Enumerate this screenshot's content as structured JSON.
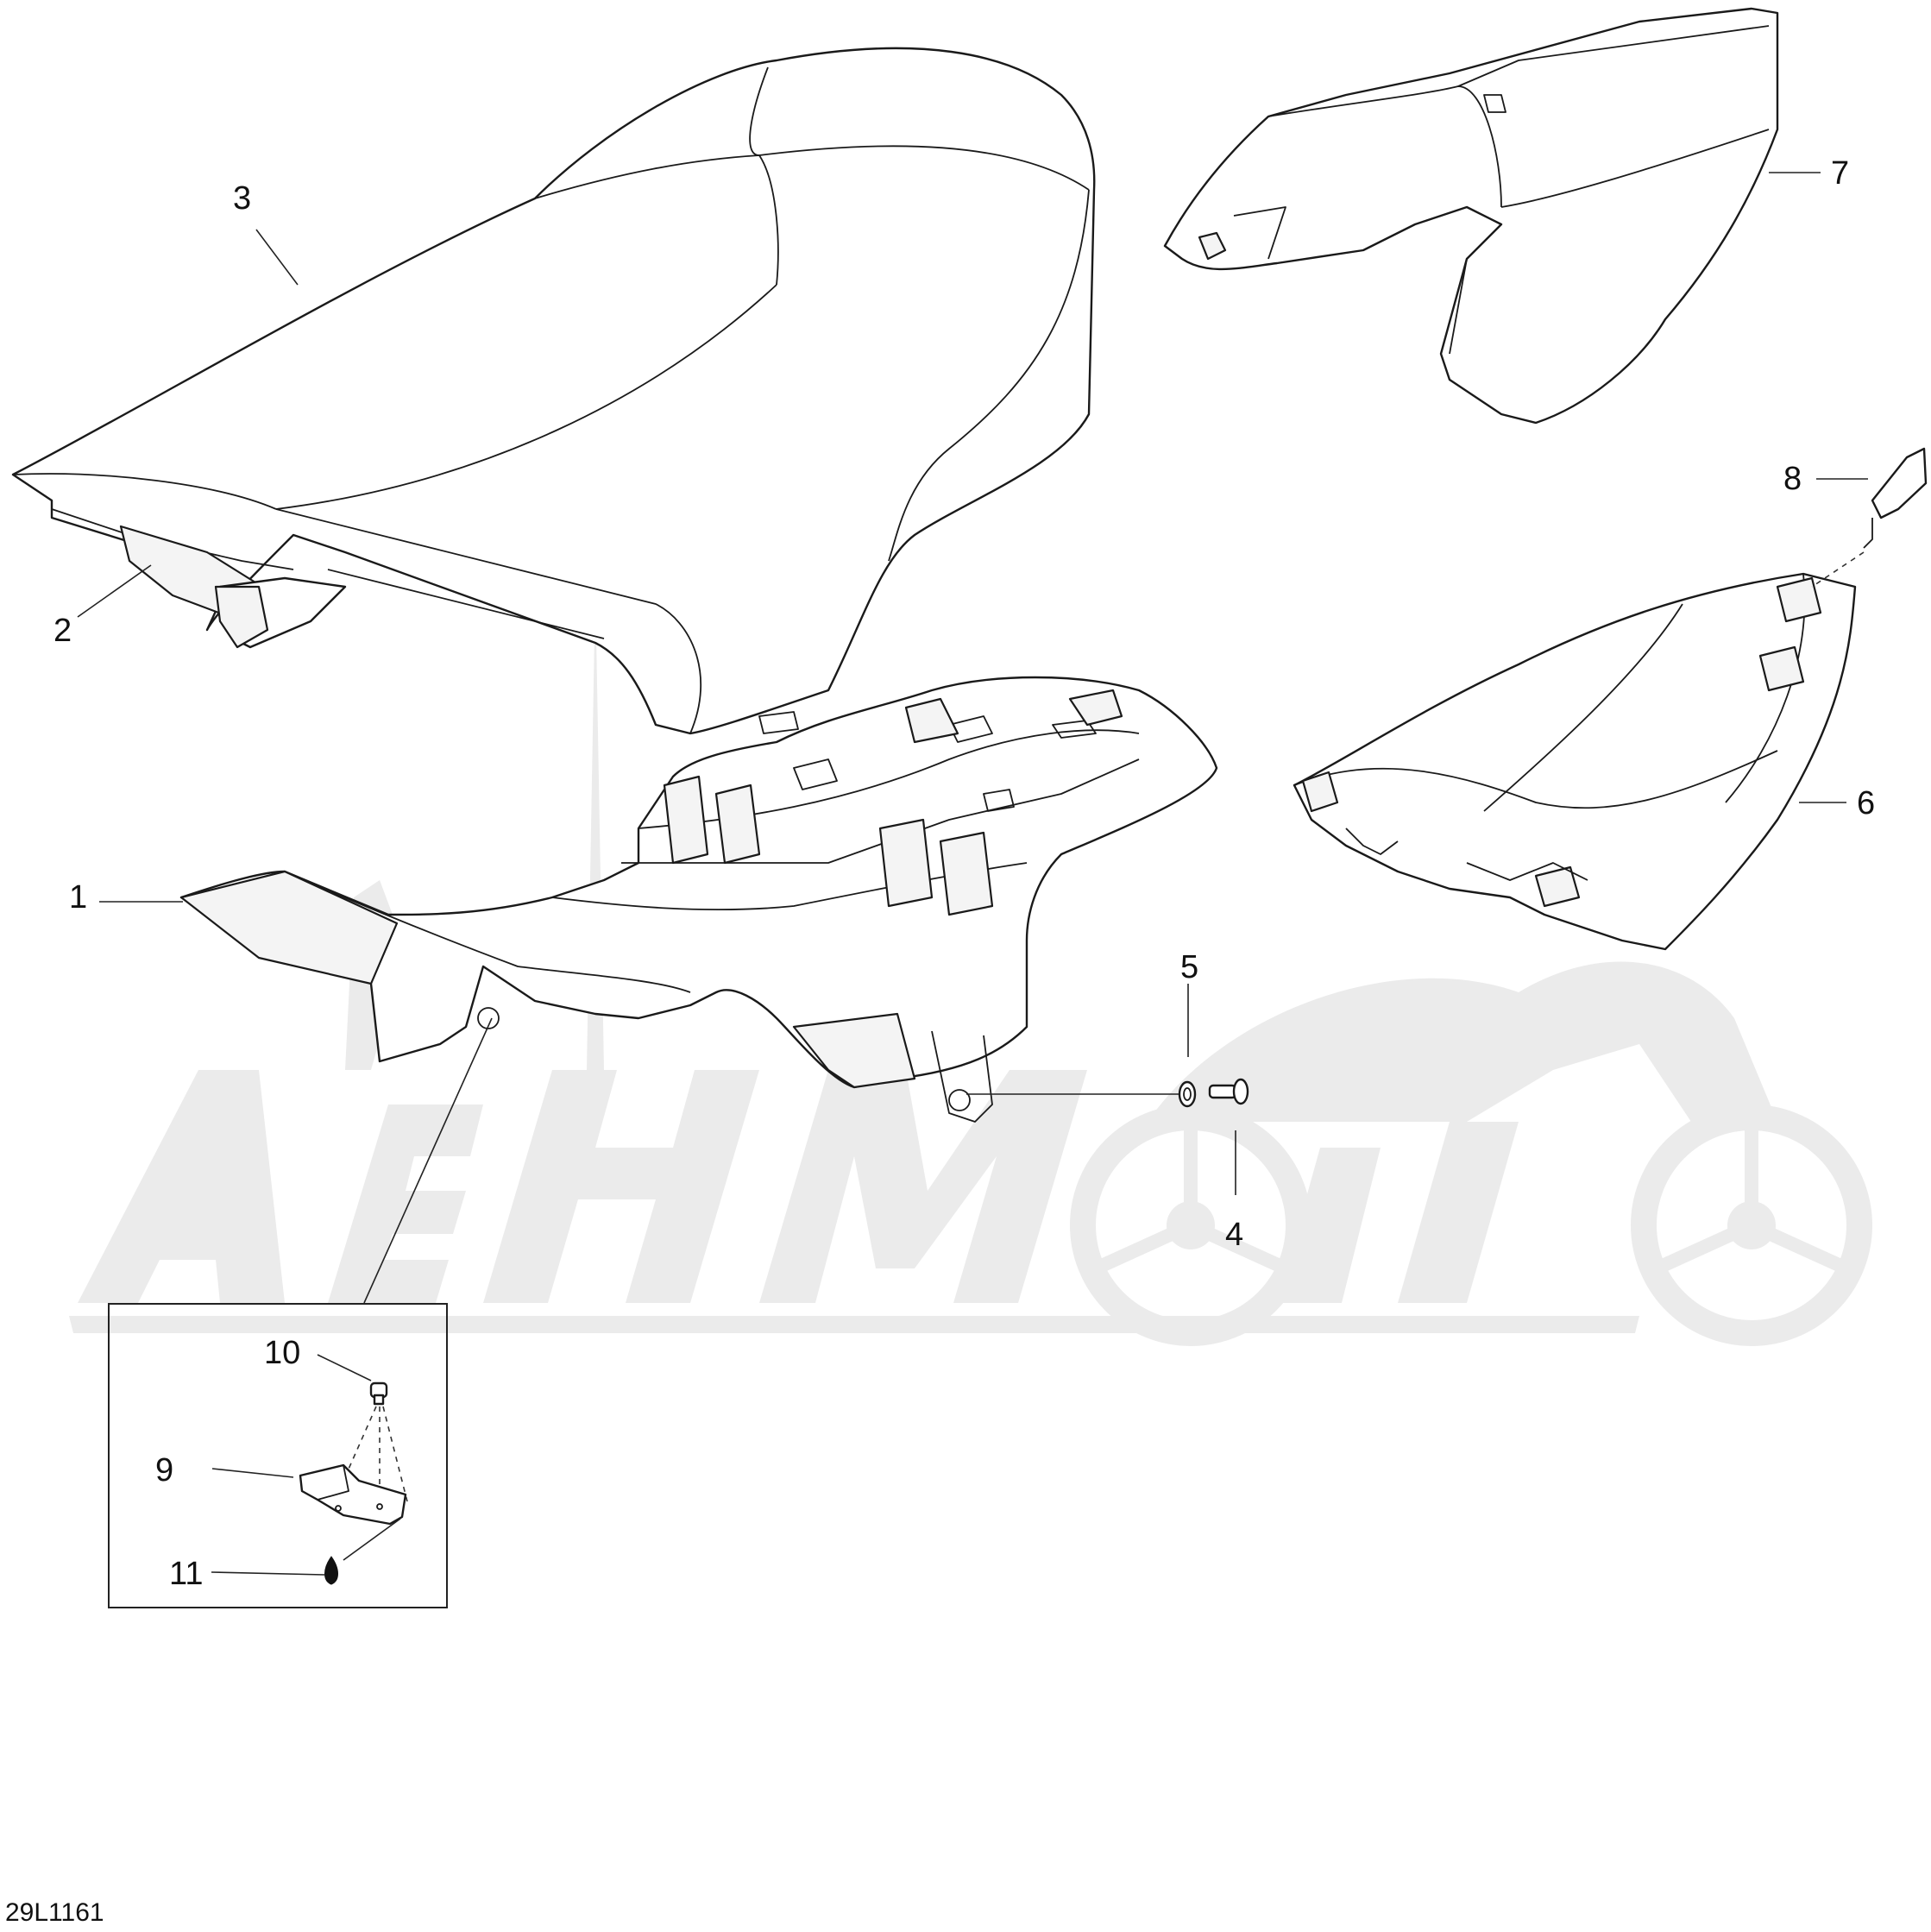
{
  "drawing": {
    "code": "29L1161",
    "watermark": "AeHMoto"
  },
  "callouts": [
    {
      "id": "1",
      "label": "1"
    },
    {
      "id": "2",
      "label": "2"
    },
    {
      "id": "3",
      "label": "3"
    },
    {
      "id": "4",
      "label": "4"
    },
    {
      "id": "5",
      "label": "5"
    },
    {
      "id": "6",
      "label": "6"
    },
    {
      "id": "7",
      "label": "7"
    },
    {
      "id": "8",
      "label": "8"
    },
    {
      "id": "9",
      "label": "9"
    },
    {
      "id": "10",
      "label": "10"
    },
    {
      "id": "11",
      "label": "11"
    }
  ]
}
